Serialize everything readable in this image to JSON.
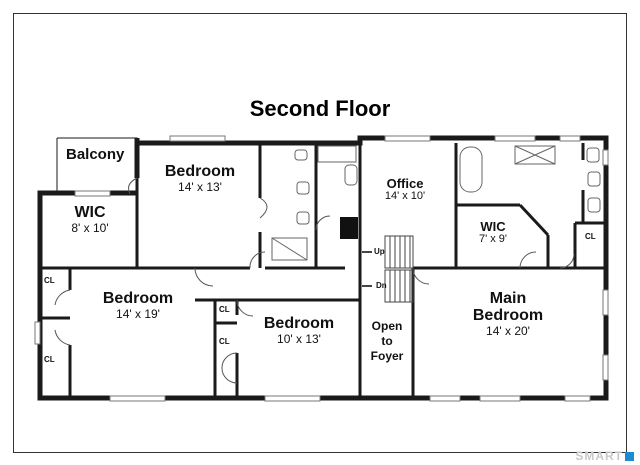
{
  "title": "Second Floor",
  "rooms": {
    "balcony": {
      "name": "Balcony"
    },
    "wic_left": {
      "name": "WIC",
      "size": "8' x 10'"
    },
    "bedroom_top": {
      "name": "Bedroom",
      "size": "14' x 13'"
    },
    "office": {
      "name": "Office",
      "size": "14' x 10'"
    },
    "wic_right": {
      "name": "WIC",
      "size": "7' x 9'"
    },
    "bedroom_left": {
      "name": "Bedroom",
      "size": "14' x 19'"
    },
    "bedroom_mid": {
      "name": "Bedroom",
      "size": "10' x 13'"
    },
    "open_foyer": {
      "line1": "Open",
      "line2": "to",
      "line3": "Foyer"
    },
    "main_bedroom": {
      "line1": "Main",
      "line2": "Bedroom",
      "size": "14' x 20'"
    }
  },
  "closet_label": "CL",
  "stairs": {
    "up": "Up",
    "down": "Dn"
  },
  "brand": "SMART"
}
